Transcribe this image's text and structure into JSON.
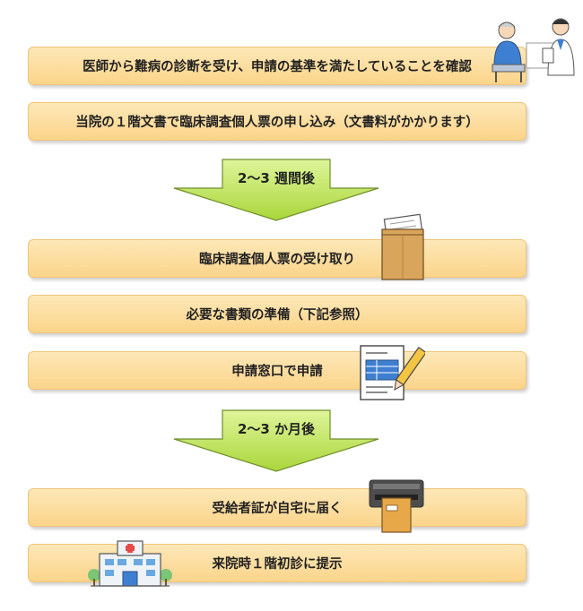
{
  "steps": [
    {
      "label": "医師から難病の診断を受け、申請の基準を満たしていることを確認"
    },
    {
      "label": "当院の１階文書で臨床調査個人票の申し込み（文書料がかかります）"
    },
    {
      "label": "臨床調査個人票の受け取り"
    },
    {
      "label": "必要な書類の準備（下記参照）"
    },
    {
      "label": "申請窓口で申請"
    },
    {
      "label": "受給者証が自宅に届く"
    },
    {
      "label": "来院時１階初診に提示"
    }
  ],
  "arrows": [
    {
      "label": "2～3 週間後"
    },
    {
      "label": "2～3 か月後"
    }
  ],
  "colors": {
    "box_top": "#fde8b8",
    "box_bottom": "#fbd48a",
    "arrow_top": "#dff59a",
    "arrow_bottom": "#a9d63a",
    "arrow_stroke": "#6f8f2a"
  },
  "icons": [
    "patient-doctor-icon",
    "envelope-icon",
    "document-pen-icon",
    "mail-slot-icon",
    "hospital-icon"
  ]
}
